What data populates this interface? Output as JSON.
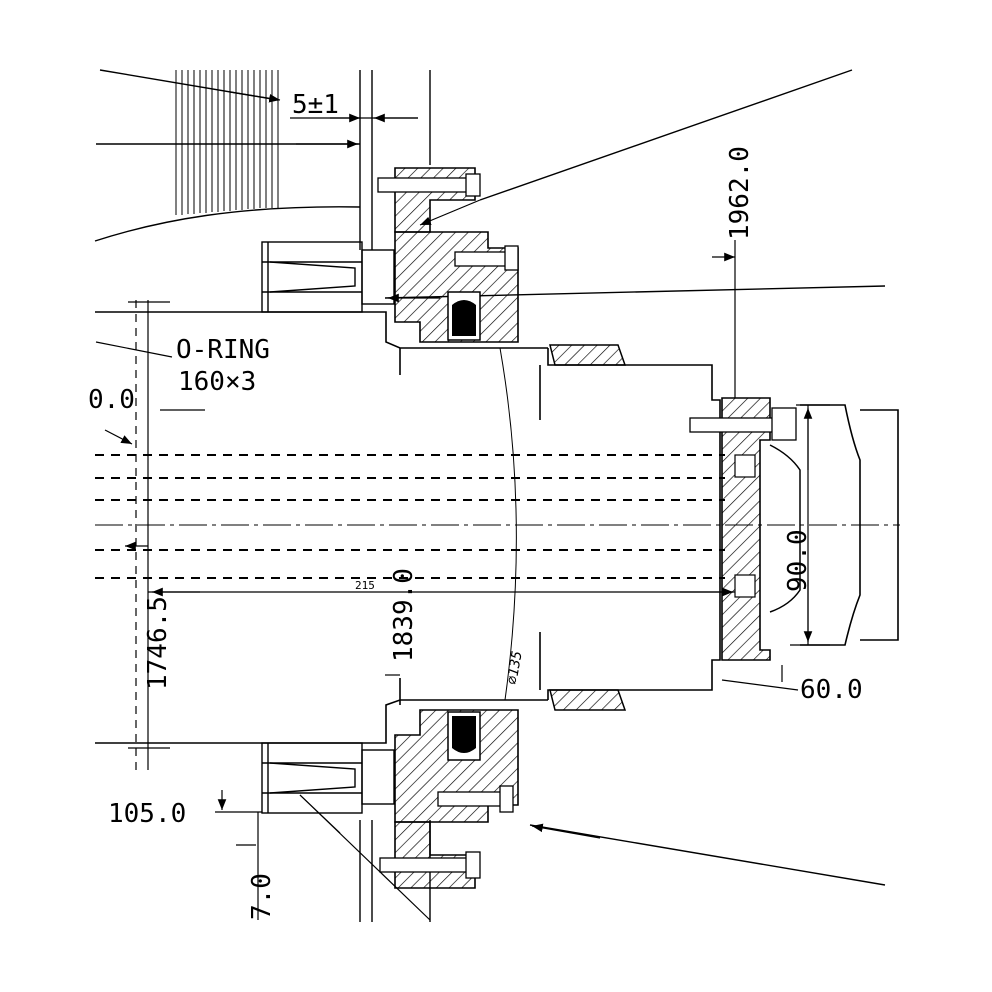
{
  "drawing": {
    "labels": {
      "tolerance": "5±1",
      "oring_title": "O-RING",
      "oring_size": "160×3",
      "partial_dim": "0.0",
      "dim_1962": "1962.0",
      "dim_90": "90.0",
      "dim_60": "60.0",
      "dim_1839": "1839.0",
      "dim_215": "215",
      "dim_1746": "1746.5",
      "dim_105": "105.0",
      "dim_7": "7.0",
      "dim_phi135": "⌀135"
    },
    "colors": {
      "ink": "#000000",
      "paper": "#ffffff"
    }
  }
}
